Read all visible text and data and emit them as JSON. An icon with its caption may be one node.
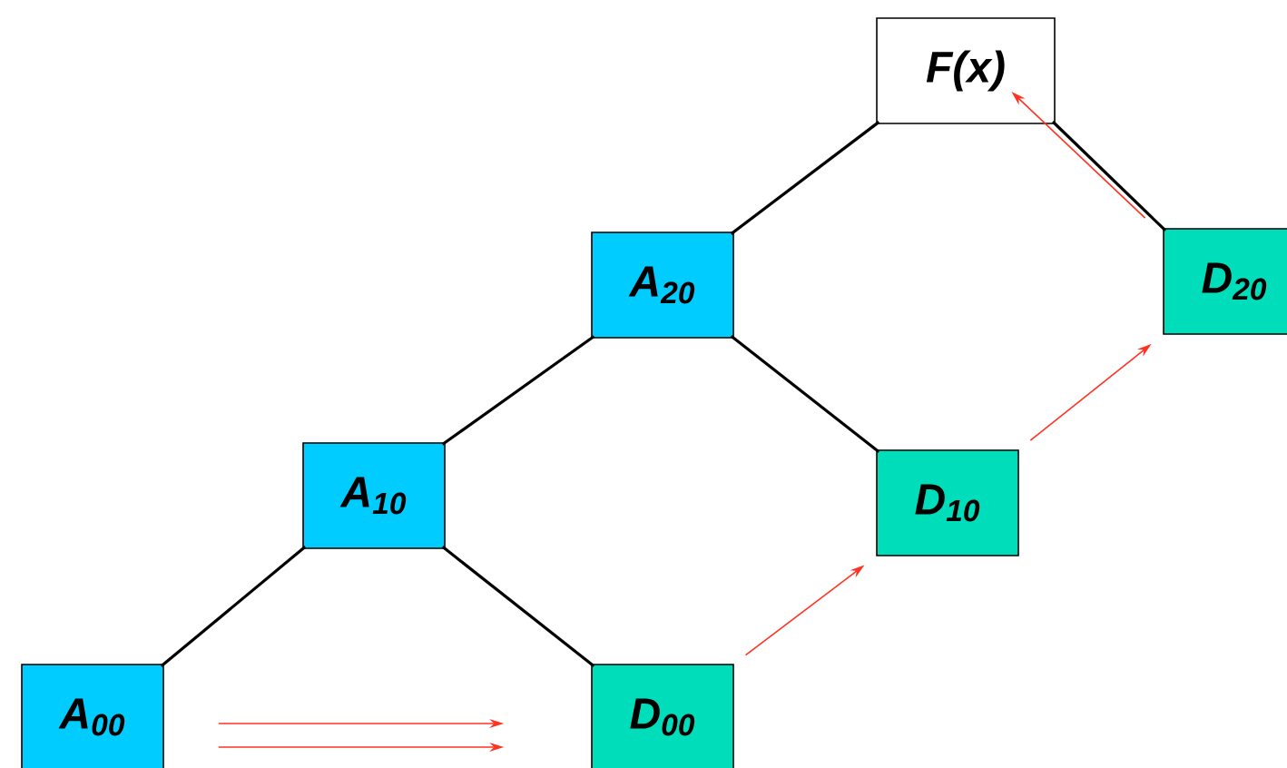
{
  "diagram": {
    "nodes": [
      {
        "text": [
          "F(x)"
        ]
      },
      {
        "text": [
          "A$_{20}$"
        ]
      },
      {
        "text": [
          "D$_{20}$"
        ]
      },
      {
        "text": [
          "A$_{10}$"
        ]
      },
      {
        "text": [
          "D$_{10}$"
        ]
      },
      {
        "text": [
          "A$_{00}$"
        ]
      },
      {
        "text": [
          "D$_{00}$"
        ]
      }
    ],
    "edges": [
      {
        "from": 0,
        "to": 1,
        "arrow": "none"
      },
      {
        "from": 0,
        "to": 2,
        "arrow": "none"
      },
      {
        "from": 1,
        "to": 3,
        "arrow": "none"
      },
      {
        "from": 1,
        "to": 4,
        "arrow": "none"
      },
      {
        "from": 3,
        "to": 5,
        "arrow": "none"
      },
      {
        "from": 3,
        "to": 6,
        "arrow": "none"
      },
      {
        "from": 5,
        "to": 6,
        "arrow": "to",
        "color": "#ff3322"
      },
      {
        "from": 5,
        "to": 6,
        "arrow": "to",
        "color": "#ff3322"
      },
      {
        "from": 6,
        "to": 4,
        "arrow": "to",
        "color": "#ff3322"
      },
      {
        "from": 4,
        "to": 2,
        "arrow": "to",
        "color": "#ff3322"
      },
      {
        "from": 2,
        "to": 0,
        "arrow": "to",
        "color": "#ff3322"
      }
    ]
  }
}
